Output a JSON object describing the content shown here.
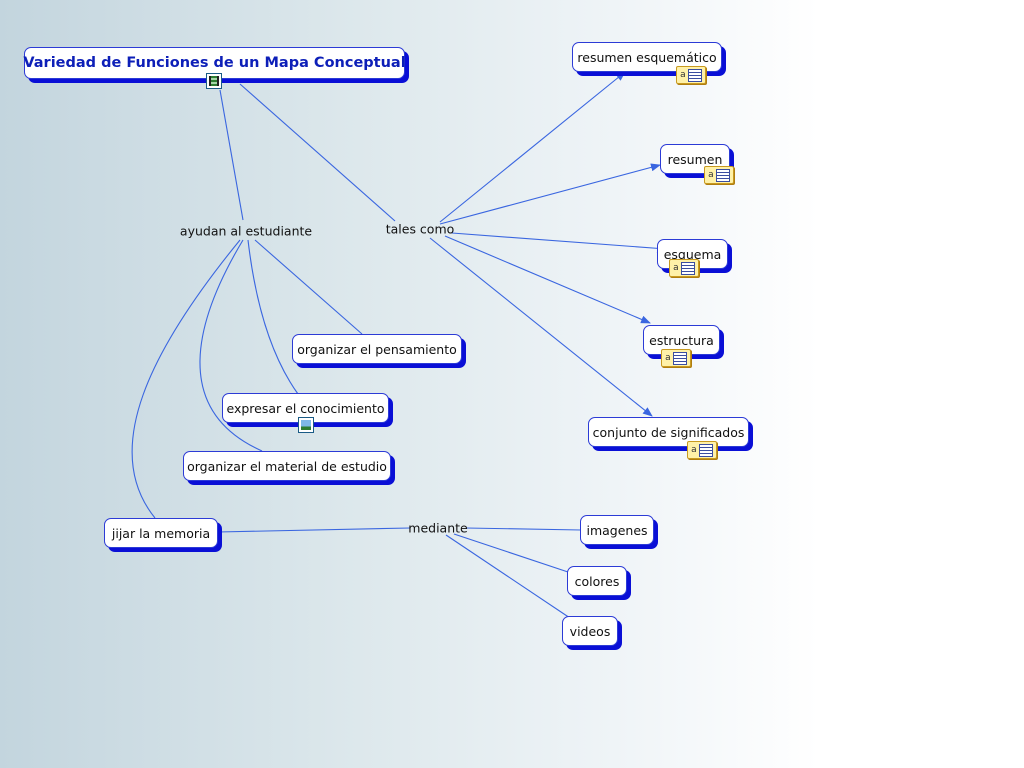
{
  "map": {
    "title": "Variedad de Funciones de un Mapa Conceptual",
    "link_phrases": {
      "ayudan": "ayudan al estudiante",
      "tales_como": "tales como",
      "mediante": "mediante"
    },
    "concepts": {
      "resumen_esquematico": "resumen esquemático",
      "resumen": "resumen",
      "esquema": "esquema",
      "estructura": "estructura",
      "conjunto": "conjunto de significados",
      "organizar_pensamiento": "organizar el pensamiento",
      "expresar_conocimiento": "expresar el conocimiento",
      "organizar_material": "organizar el material de estudio",
      "fijar_memoria": "jijar la memoria",
      "imagenes": "imagenes",
      "colores": "colores",
      "videos": "videos"
    },
    "icons": {
      "resource": "text-resource-icon",
      "film": "film-icon",
      "image": "image-icon",
      "resource_letter": "a"
    },
    "colors": {
      "line": "#3a66e0",
      "node_border": "#2c3bd6",
      "node_shadow": "#0a0fd6",
      "title_text": "#0d1fb8"
    }
  }
}
